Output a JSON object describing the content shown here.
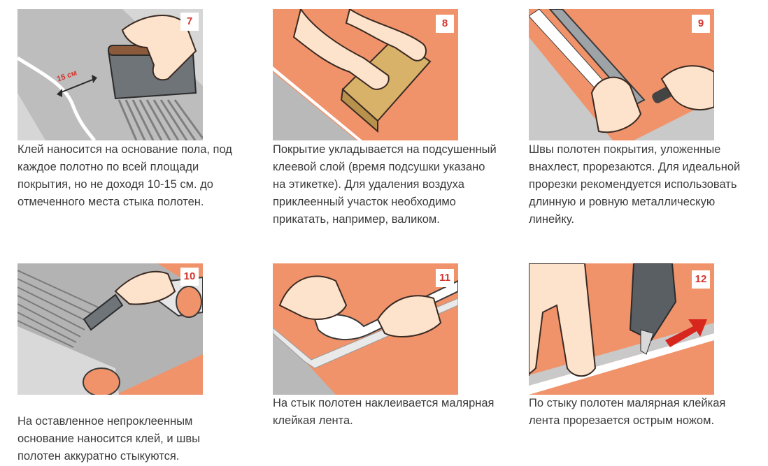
{
  "colors": {
    "floor_orange": "#f0936b",
    "base_gray": "#c9c9c9",
    "base_dark": "#8a8a8a",
    "skin": "#fde2cc",
    "skin_stroke": "#3a2a22",
    "badge_text": "#d3352c",
    "arrow_red": "#d7261e",
    "caption_text": "#3b3b3b"
  },
  "steps": [
    {
      "number": "7",
      "illustration_label": "15 см",
      "illustration_icon": "notched-trowel-icon",
      "caption": "Клей наносится на основание пола, под каждое полотно по всей площади покрытия, но не доходя 10-15 см. до отмеченного места стыка полотен."
    },
    {
      "number": "8",
      "illustration_icon": "wooden-block-icon",
      "caption": "Покрытие укладывается на подсушенный клеевой слой (время подсушки указано на этикетке). Для удаления воздуха приклеенный участок необходимо прикатать, например, валиком."
    },
    {
      "number": "9",
      "illustration_icon": "ruler-and-cutter-icon",
      "caption": "Швы полотен покрытия, уложенные внахлест, прорезаются. Для идеальной прорезки рекомендуется использовать длинную и ровную металлическую линейку."
    },
    {
      "number": "10",
      "illustration_icon": "glue-spreader-icon",
      "caption": "На оставленное непроклеенным основание наносится клей, и швы полотен аккуратно стыкуются."
    },
    {
      "number": "11",
      "illustration_icon": "masking-tape-icon",
      "caption": "На стык полотен наклеивается малярная клейкая лента."
    },
    {
      "number": "12",
      "illustration_icon": "utility-knife-icon",
      "caption": "По стыку полотен малярная клейкая лента прорезается острым ножом."
    }
  ]
}
